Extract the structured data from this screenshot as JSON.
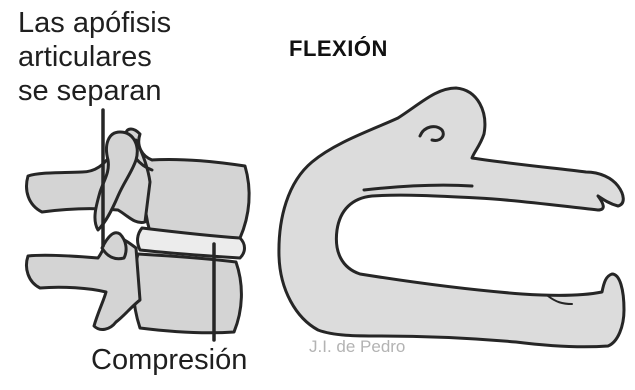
{
  "title": "FLEXIÓN",
  "label_top": [
    "Las apófisis",
    "articulares",
    "se separan"
  ],
  "label_bottom": "Compresión",
  "watermark": "J.I. de Pedro",
  "colors": {
    "bone_fill": "#d4d4d4",
    "disc_fill": "#ececec",
    "figure_fill": "#dcdcdc",
    "outline": "#262626",
    "text": "#1f1f1f",
    "watermark": "#b3b3b3"
  }
}
